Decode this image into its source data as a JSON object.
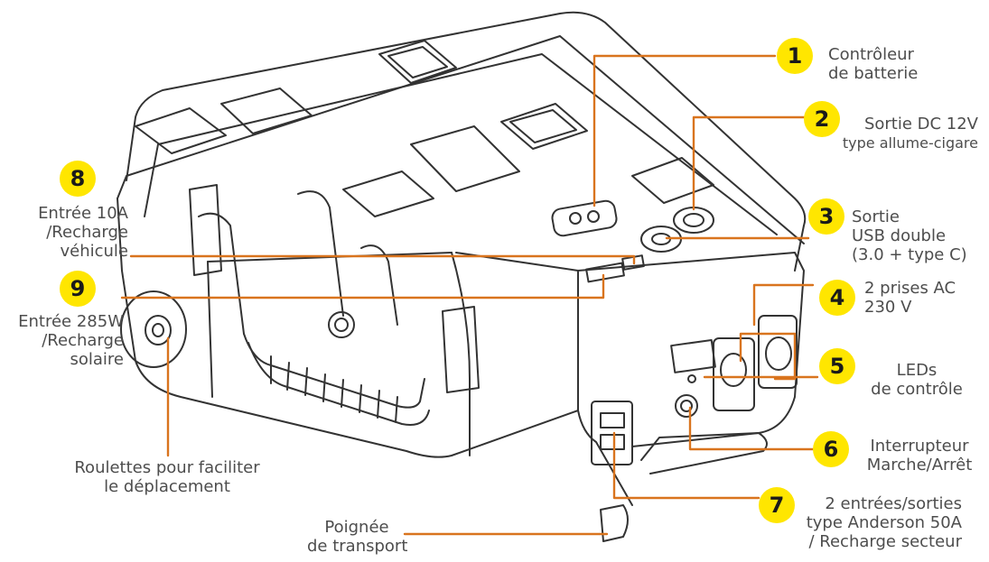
{
  "colors": {
    "leader": "#d9741e",
    "badge": "#ffe600",
    "line_art": "#333333",
    "text": "#4d4d4d"
  },
  "callouts": [
    {
      "num": "1",
      "lines": [
        "Contrôleur",
        "de batterie"
      ]
    },
    {
      "num": "2",
      "lines": [
        "Sortie DC 12V",
        "type allume-cigare"
      ]
    },
    {
      "num": "3",
      "lines": [
        "Sortie",
        "USB double",
        "(3.0 + type C)"
      ]
    },
    {
      "num": "4",
      "lines": [
        "2 prises AC",
        "230 V"
      ]
    },
    {
      "num": "5",
      "lines": [
        "LEDs",
        "de contrôle"
      ]
    },
    {
      "num": "6",
      "lines": [
        "Interrupteur",
        "Marche/Arrêt"
      ]
    },
    {
      "num": "7",
      "lines": [
        "2 entrées/sorties",
        "type Anderson 50A",
        "/ Recharge secteur"
      ]
    },
    {
      "num": "8",
      "lines": [
        "Entrée 10A",
        "/Recharge",
        "véhicule"
      ]
    },
    {
      "num": "9",
      "lines": [
        "Entrée 285W",
        "/Recharge",
        "solaire"
      ]
    }
  ],
  "labels": [
    {
      "lines": [
        "Roulettes pour faciliter",
        "le déplacement"
      ]
    },
    {
      "lines": [
        "Poignée",
        "de transport"
      ]
    }
  ]
}
